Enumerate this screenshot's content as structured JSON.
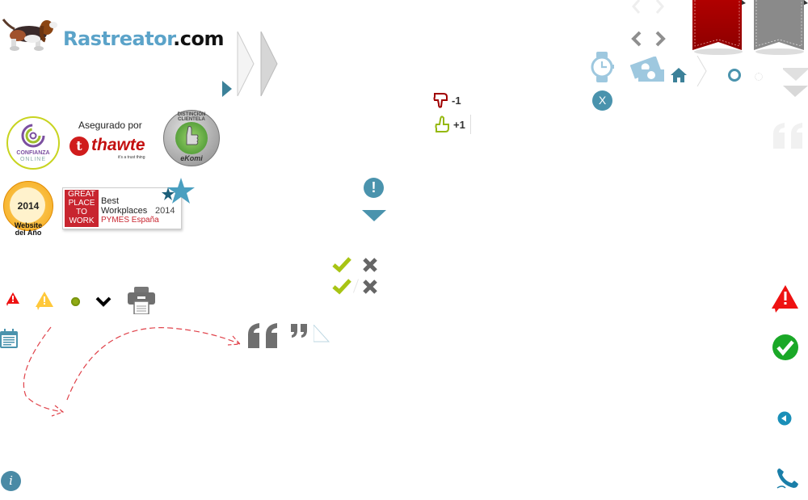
{
  "logo": {
    "brand": "Rastreator",
    "domain": ".com"
  },
  "badges": {
    "confianza": {
      "line1": "CONFIANZA",
      "line2": "ONLINE"
    },
    "thawte": {
      "caption": "Asegurado por",
      "name": "thawte",
      "tagline": "it's a trust thing"
    },
    "ekomi": {
      "arc_text": "DISTINCIÓN CLIENTELA",
      "name": "eKomi"
    },
    "website_year": {
      "year": "2014",
      "line1": "Website",
      "line2": "del Año"
    },
    "gptw": {
      "left1": "GREAT",
      "left2": "PLACE",
      "left3": "TO",
      "left4": "WORK",
      "best": "Best",
      "workplaces": "Workplaces",
      "year": "2014",
      "region": "PYMES España"
    }
  },
  "votes": {
    "down": "-1",
    "up": "+1"
  },
  "icons": {
    "close_label": "X",
    "info_label": "i",
    "exclamation_label": "!"
  },
  "colors": {
    "teal": "#4a93ad",
    "light_blue": "#9ec8df",
    "red_ribbon": "#a30000",
    "gray_ribbon": "#8a8a8a",
    "green_check": "#a8c414",
    "red_alert": "#ee1111",
    "yellow_alert": "#ffc83a",
    "success_green": "#1aa827",
    "dashed_red": "#e0424a"
  }
}
